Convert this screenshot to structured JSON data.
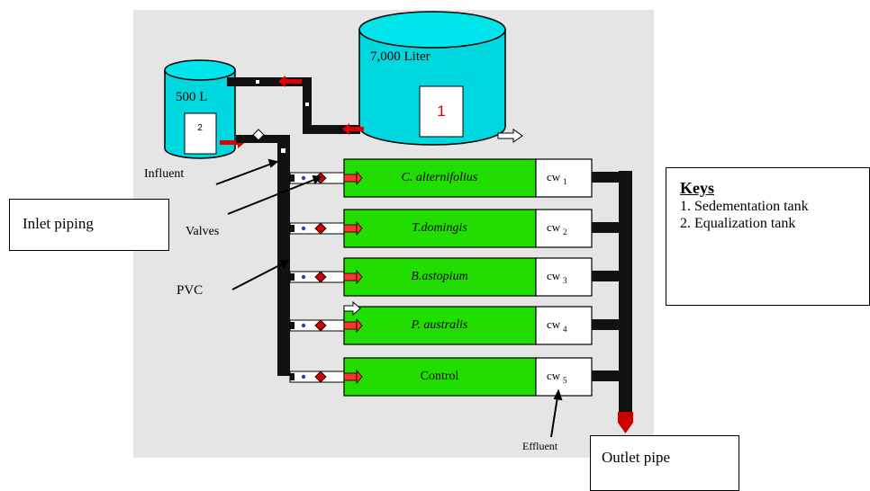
{
  "tanks": {
    "large_label": "7,000 Liter",
    "large_number": "1",
    "small_label": "500 L",
    "small_number": "2"
  },
  "labels": {
    "influent": "Influent",
    "valves": "Valves",
    "pvc": "PVC",
    "effluent": "Effluent",
    "inlet_piping": "Inlet piping",
    "outlet_pipe": "Outlet pipe"
  },
  "wetlands": [
    {
      "plant": "C. alternifolius",
      "cw": "cw",
      "sub": "1"
    },
    {
      "plant": "T.domingis",
      "cw": "cw",
      "sub": "2"
    },
    {
      "plant": "B.astopium",
      "cw": "cw",
      "sub": "3"
    },
    {
      "plant": "P. australis",
      "cw": "cw",
      "sub": "4"
    },
    {
      "plant": "Control",
      "cw": "cw",
      "sub": "5"
    }
  ],
  "keys": {
    "title": "Keys",
    "items": [
      "1. Sedementation tank",
      "2. Equalization tank"
    ]
  },
  "colors": {
    "background": "#e5e5e5",
    "tank": "#00d8e0",
    "wetland": "#22dd00",
    "pipe": "#111111",
    "valve": "#cc0000",
    "outlet_tip": "#cc0000"
  }
}
